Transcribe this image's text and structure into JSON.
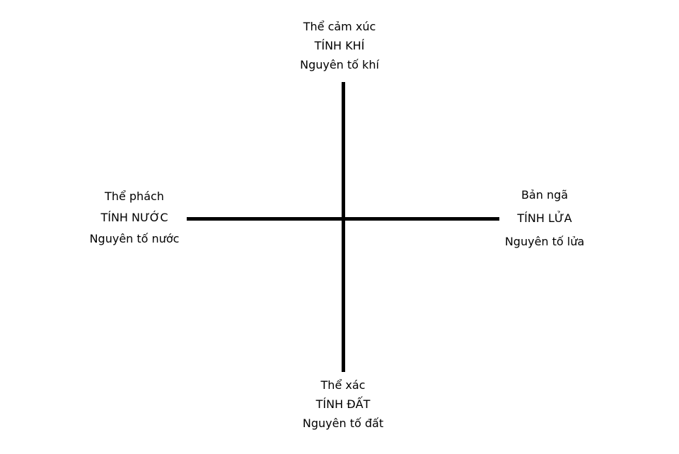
{
  "diagram": {
    "top": {
      "body": "Thể cảm xúc",
      "nature": "TÍNH KHÍ",
      "element": "Nguyên tố khí"
    },
    "left": {
      "body": "Thể phách",
      "nature": "TÍNH NƯỚC",
      "element": "Nguyên tố nước"
    },
    "right": {
      "body": "Bản ngã",
      "nature": "TÍNH LỬA",
      "element": "Nguyên tố lửa"
    },
    "bottom": {
      "body": "Thể xác",
      "nature": "TÍNH ĐẤT",
      "element": "Nguyên tố đất"
    },
    "colors": {
      "line": "#000000",
      "text": "#000000",
      "background": "#ffffff"
    }
  }
}
